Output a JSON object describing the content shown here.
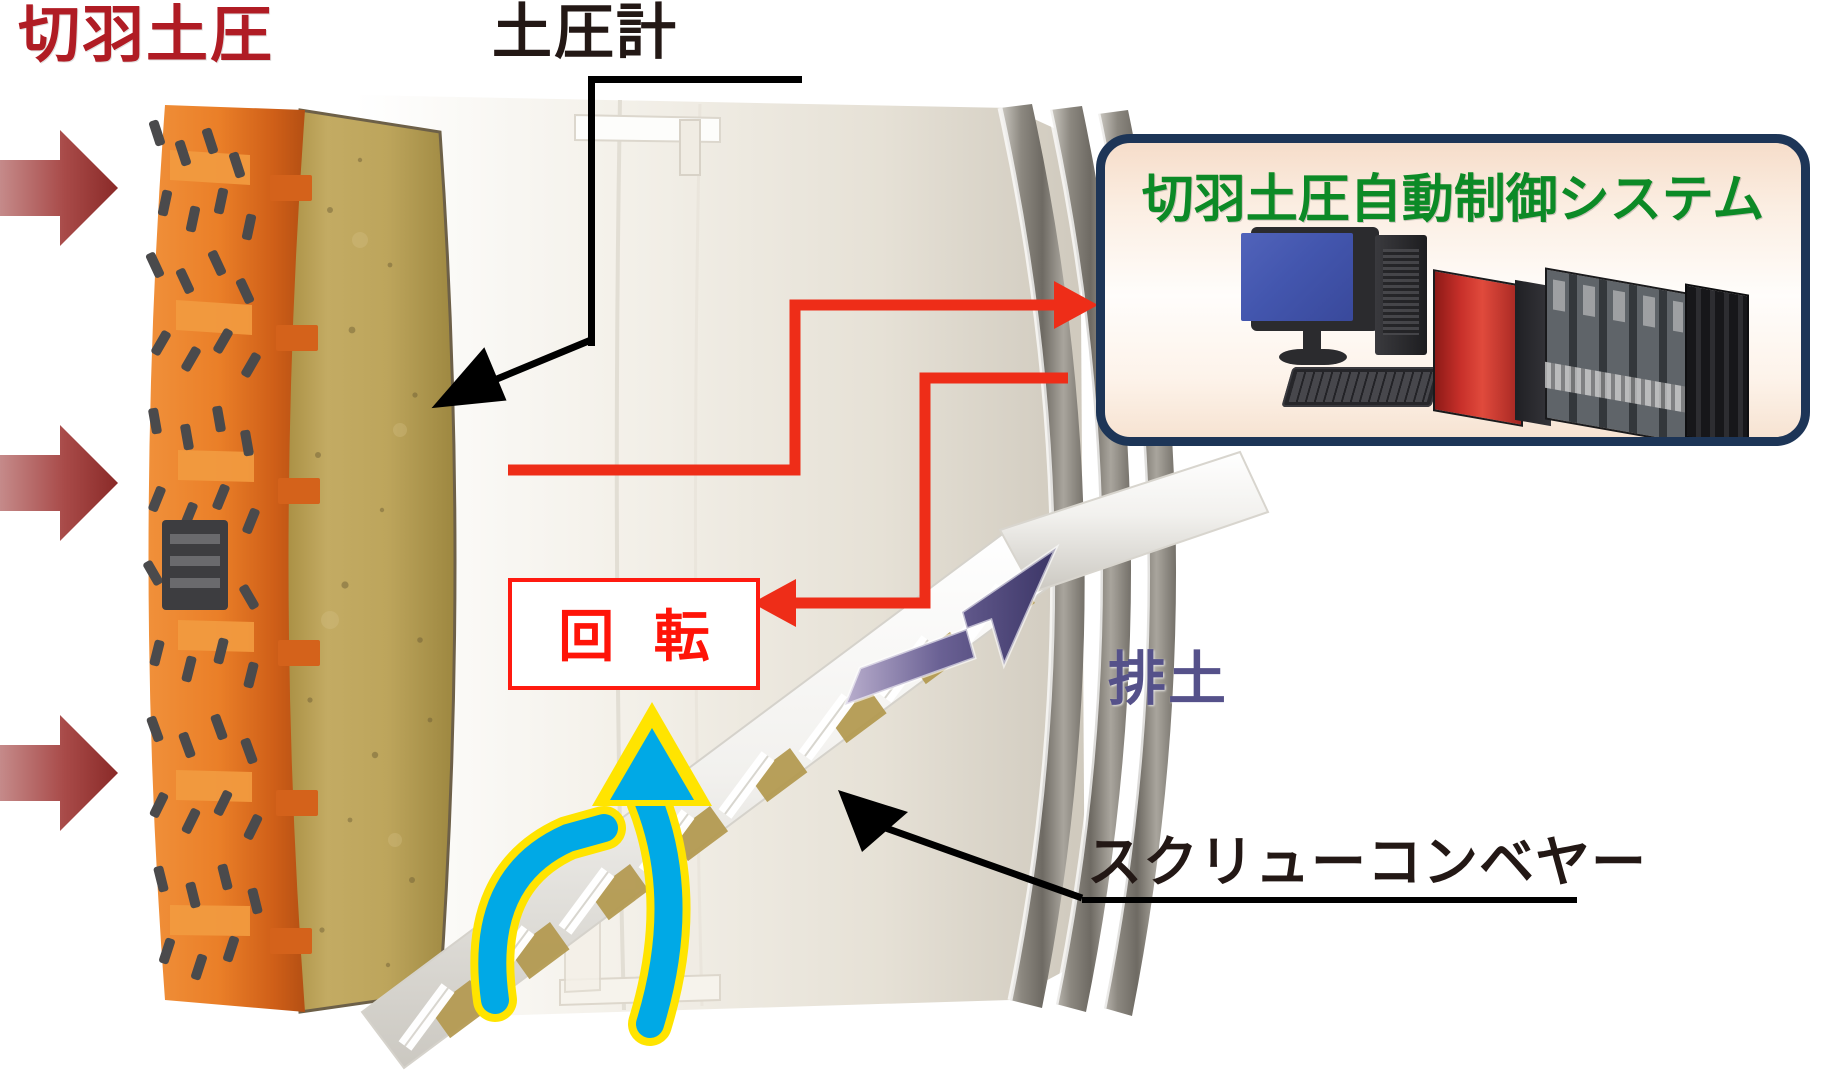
{
  "diagram": {
    "type": "shield-tunnel-boring-machine-control-schematic",
    "labels": {
      "face_earth_pressure": "切羽土圧",
      "earth_pressure_gauge": "土圧計",
      "rotation": "回 転",
      "soil_discharge": "排土",
      "screw_conveyor": "スクリューコンベヤー"
    },
    "control_box": {
      "title": "切羽土圧自動制御システム",
      "equipment": [
        "personal-computer",
        "plc-control-rack"
      ]
    },
    "colors": {
      "face_pressure_text": "#b01c24",
      "gauge_text": "#231815",
      "rotation_text": "#ff1408",
      "rotation_border": "#ff1a10",
      "discharge_text": "#55518a",
      "screw_text": "#231815",
      "control_title_text": "#0c8a26",
      "control_box_border": "#1d3557",
      "signal_arrow": "#ee2d18",
      "pressure_arrow": "#a44c4c",
      "rotation_arrow_fill": "#00a9e6",
      "rotation_arrow_outline": "#ffe400",
      "discharge_arrow": "#4a4480",
      "cutter_head": "#e8822a",
      "soil": "#b49a52",
      "tunnel_segment": "#8c8880"
    },
    "arrows": {
      "face_pressure_arrows": 3,
      "signal_arrows": 2,
      "signal_arrow_to_system_label": "土圧計 → 制御システム",
      "signal_arrow_to_rotation_label": "制御システム → 回転",
      "rotation_arrow_label": "回転方向",
      "discharge_arrow_label": "排土方向"
    }
  }
}
